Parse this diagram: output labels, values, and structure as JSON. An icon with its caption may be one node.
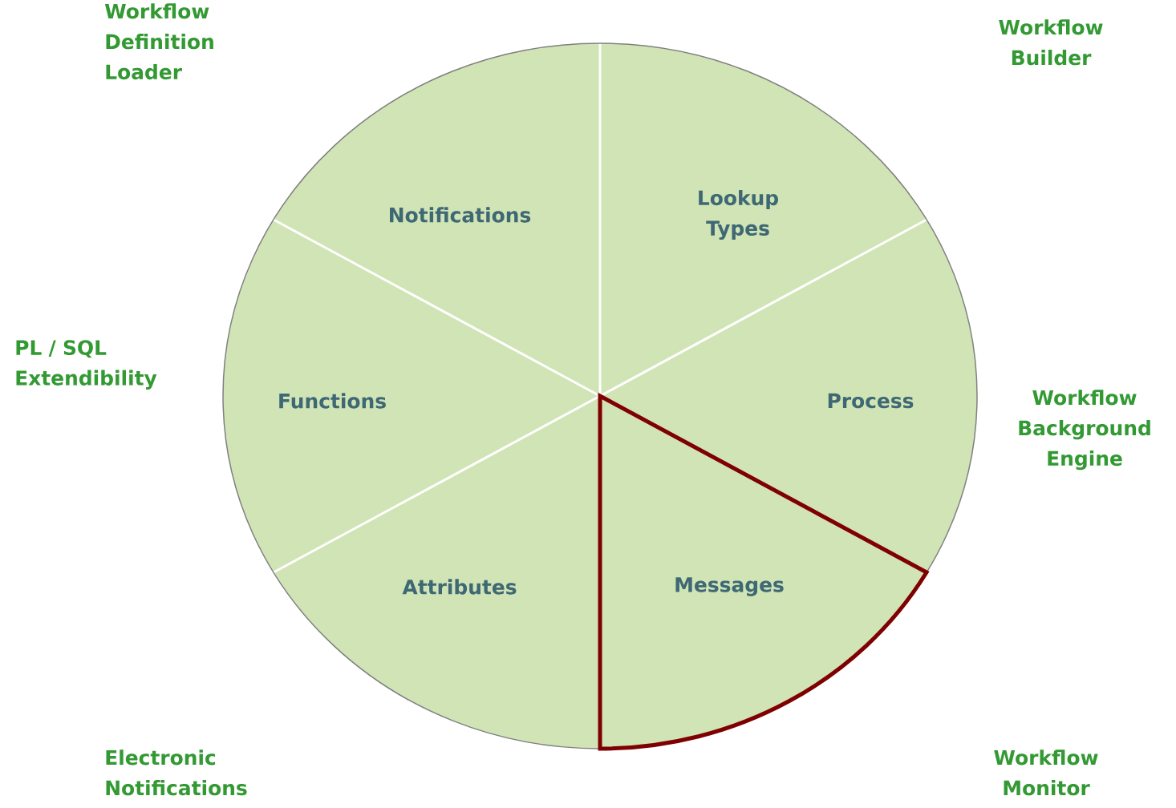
{
  "diagram": {
    "nodes": [
      {
        "text": [
          "Notifications"
        ]
      },
      {
        "text": [
          "Lookup Types"
        ]
      },
      {
        "text": [
          "Functions"
        ]
      },
      {
        "text": [
          "Process"
        ]
      },
      {
        "text": [
          "Attributes"
        ]
      },
      {
        "text": [
          "Messages"
        ]
      }
    ],
    "labels": [
      "Workflow Definition Loader",
      "Workflow Builder",
      "PL / SQL Extendibility",
      "Workflow Background Engine",
      "Electronic Notifications",
      "Workflow Monitor"
    ]
  }
}
